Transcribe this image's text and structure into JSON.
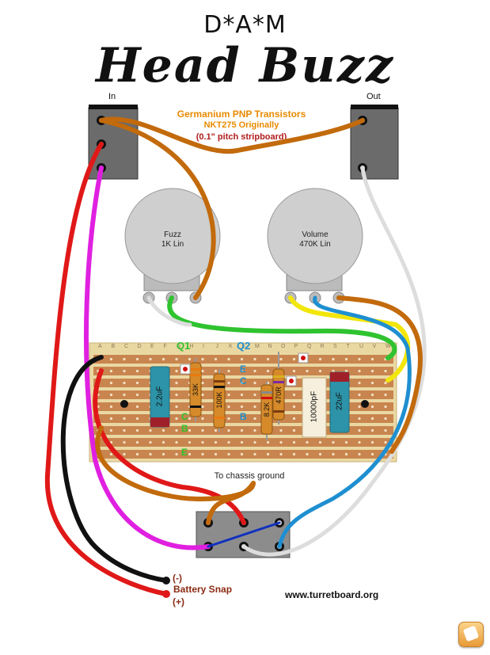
{
  "header": {
    "top_title": "D*A*M",
    "main_title": "Head Buzz"
  },
  "jacks": {
    "in_label": "In",
    "out_label": "Out"
  },
  "notes": {
    "line1": "Germanium PNP Transistors",
    "line2": "NKT275 Originally",
    "line3": "(0.1\" pitch stripboard)"
  },
  "pots": {
    "fuzz": {
      "name": "Fuzz",
      "value": "1K Lin"
    },
    "volume": {
      "name": "Volume",
      "value": "470K Lin"
    }
  },
  "transistors": {
    "q1": "Q1",
    "q2": "Q2"
  },
  "pins": {
    "e": "E",
    "c": "C",
    "b": "B"
  },
  "components": {
    "cap1": "2.2uF",
    "r33k": "33K",
    "r100k": "100K",
    "r82k": "8.2K",
    "r470": "470R",
    "cap_film": "10000pF",
    "cap2": "22uF"
  },
  "board": {
    "columns": [
      "A",
      "B",
      "C",
      "D",
      "E",
      "F",
      "G",
      "H",
      "I",
      "J",
      "K",
      "L",
      "M",
      "N",
      "O",
      "P",
      "Q",
      "R",
      "S",
      "T",
      "U",
      "V",
      "W"
    ]
  },
  "chassis": "To chassis ground",
  "battery": {
    "neg": "(-)",
    "label": "Battery Snap",
    "pos": "(+)"
  },
  "footer": {
    "site": "www.turretboard.org"
  },
  "colors": {
    "copper": "#c9854f",
    "board": "#ead8a3",
    "red_wire": "#e01818",
    "black_wire": "#111111",
    "magenta_wire": "#e020e0",
    "orange_wire": "#c26a0c",
    "green_wire": "#2fc32f",
    "yellow_wire": "#f2e60c",
    "blue_wire": "#1e8fd0",
    "gray_wire": "#dddddd",
    "navy_wire": "#1030c0"
  },
  "icons": {
    "app": "app-corner-icon"
  }
}
